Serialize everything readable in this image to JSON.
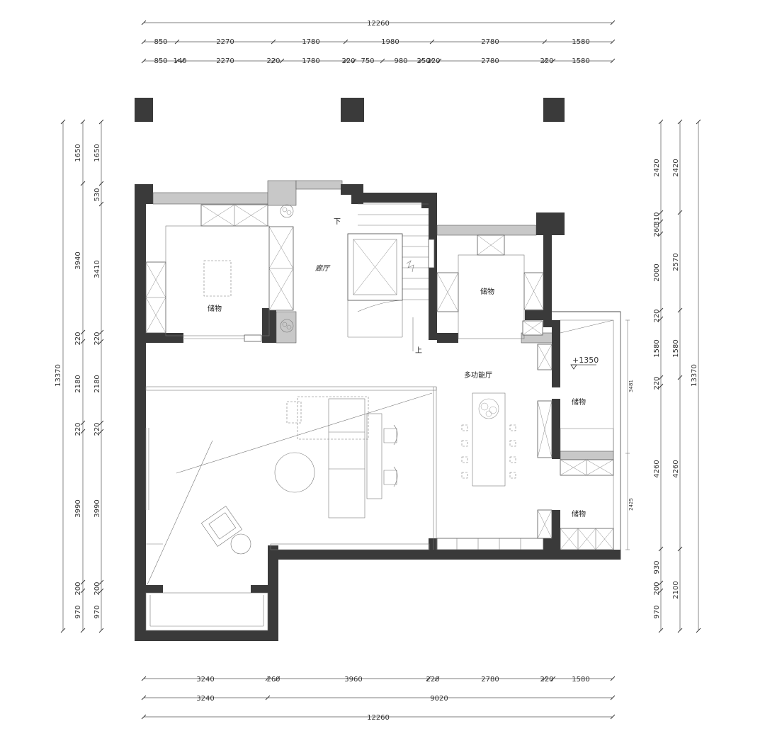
{
  "plan": {
    "total_width": "12260",
    "total_height": "13370",
    "top_row_1": [
      "850",
      "2270",
      "1780",
      "1980",
      "2780",
      "1580"
    ],
    "top_row_2": [
      "850",
      "140",
      "2270",
      "220",
      "1780",
      "220",
      "750",
      "980",
      "250",
      "220",
      "2780",
      "220",
      "1580"
    ],
    "bottom_row_1": [
      "3240",
      "260",
      "3960",
      "220",
      "2780",
      "220",
      "1580"
    ],
    "bottom_row_2": [
      "3240",
      "9020"
    ],
    "left_outer": [
      "1650",
      "3940",
      "220",
      "2180",
      "220",
      "3990",
      "200",
      "970"
    ],
    "left_inner": [
      "1650",
      "530",
      "3410",
      "220",
      "2180",
      "220",
      "3990",
      "200",
      "970"
    ],
    "right_inner": [
      "2420",
      "310",
      "260",
      "2000",
      "220",
      "1580",
      "220",
      "4260",
      "930",
      "200",
      "970"
    ],
    "right_outer": [
      "2420",
      "2570",
      "1580",
      "4260",
      "2100"
    ],
    "sub_right": [
      "3481",
      "2425"
    ],
    "rooms": {
      "storage_left": "储物",
      "corridor": "廊厅",
      "storage_mid": "储物",
      "multi_hall": "多功能厅",
      "storage_right_1": "储物",
      "storage_right_2": "储物"
    },
    "stair_down": "下",
    "stair_up": "上",
    "elevation": "+1350"
  }
}
